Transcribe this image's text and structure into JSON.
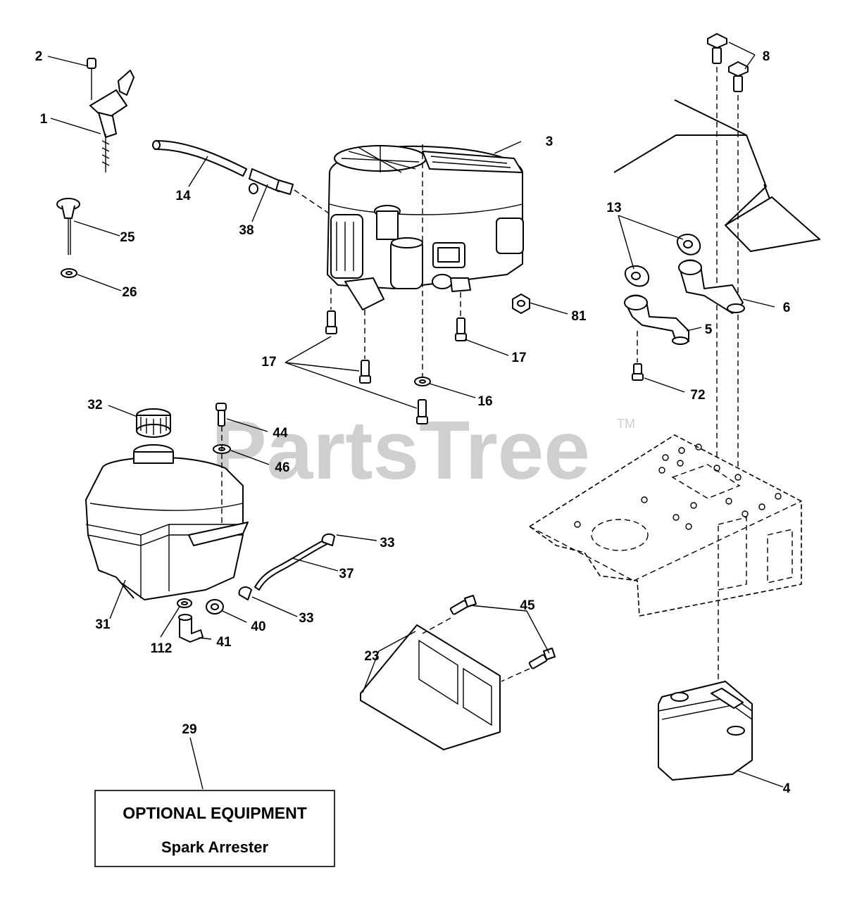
{
  "watermark": {
    "brand": "PartsTree",
    "trademark": "TM"
  },
  "optional_box": {
    "title": "OPTIONAL EQUIPMENT",
    "subtitle": "Spark Arrester"
  },
  "callouts": [
    {
      "id": "c1",
      "text": "1"
    },
    {
      "id": "c2",
      "text": "2"
    },
    {
      "id": "c3",
      "text": "3"
    },
    {
      "id": "c4",
      "text": "4"
    },
    {
      "id": "c5",
      "text": "5"
    },
    {
      "id": "c6",
      "text": "6"
    },
    {
      "id": "c8",
      "text": "8"
    },
    {
      "id": "c13",
      "text": "13"
    },
    {
      "id": "c14",
      "text": "14"
    },
    {
      "id": "c16",
      "text": "16"
    },
    {
      "id": "c17a",
      "text": "17"
    },
    {
      "id": "c17b",
      "text": "17"
    },
    {
      "id": "c23",
      "text": "23"
    },
    {
      "id": "c25",
      "text": "25"
    },
    {
      "id": "c26",
      "text": "26"
    },
    {
      "id": "c29",
      "text": "29"
    },
    {
      "id": "c31",
      "text": "31"
    },
    {
      "id": "c32",
      "text": "32"
    },
    {
      "id": "c33a",
      "text": "33"
    },
    {
      "id": "c33b",
      "text": "33"
    },
    {
      "id": "c37",
      "text": "37"
    },
    {
      "id": "c38",
      "text": "38"
    },
    {
      "id": "c40",
      "text": "40"
    },
    {
      "id": "c41",
      "text": "41"
    },
    {
      "id": "c44",
      "text": "44"
    },
    {
      "id": "c45",
      "text": "45"
    },
    {
      "id": "c46",
      "text": "46"
    },
    {
      "id": "c72",
      "text": "72"
    },
    {
      "id": "c81",
      "text": "81"
    },
    {
      "id": "c112",
      "text": "112"
    }
  ]
}
